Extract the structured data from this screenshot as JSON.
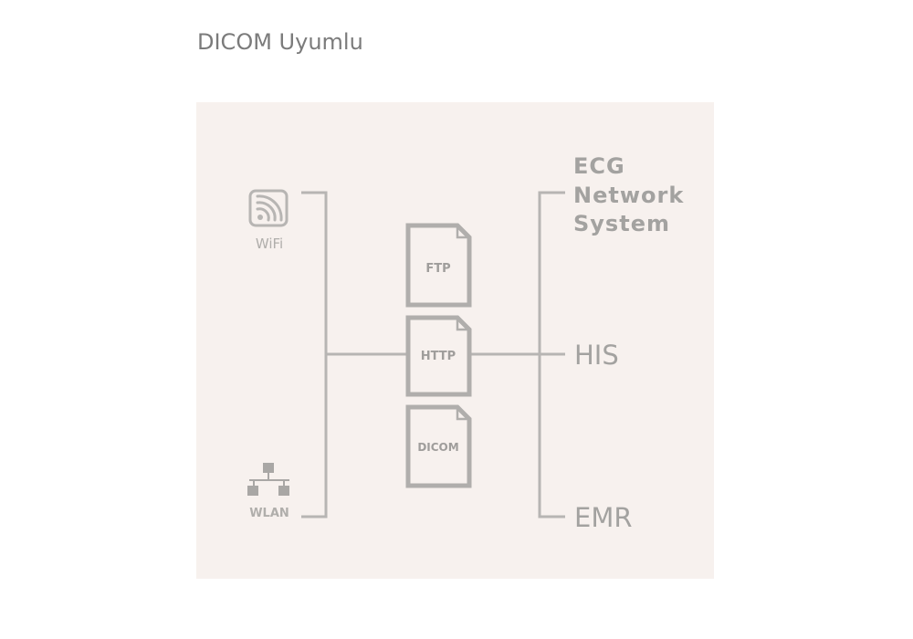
{
  "page": {
    "title": "DICOM Uyumlu"
  },
  "diagram": {
    "inputs": {
      "wifi": {
        "label": "WiFi",
        "icon": "wifi-icon"
      },
      "wlan": {
        "label": "WLAN",
        "icon": "network-icon"
      }
    },
    "protocols": [
      {
        "label": "FTP",
        "icon": "document-icon"
      },
      {
        "label": "HTTP",
        "icon": "document-icon"
      },
      {
        "label": "DICOM",
        "icon": "document-icon"
      }
    ],
    "system": {
      "line1": "ECG",
      "line2": "Network",
      "line3": "System"
    },
    "destinations": {
      "his": "HIS",
      "emr": "EMR"
    }
  },
  "colors": {
    "panel_background": "#f7f1ee",
    "line": "#b7b5b3",
    "text": "#a3a2a0",
    "title": "#7b7b7b"
  }
}
